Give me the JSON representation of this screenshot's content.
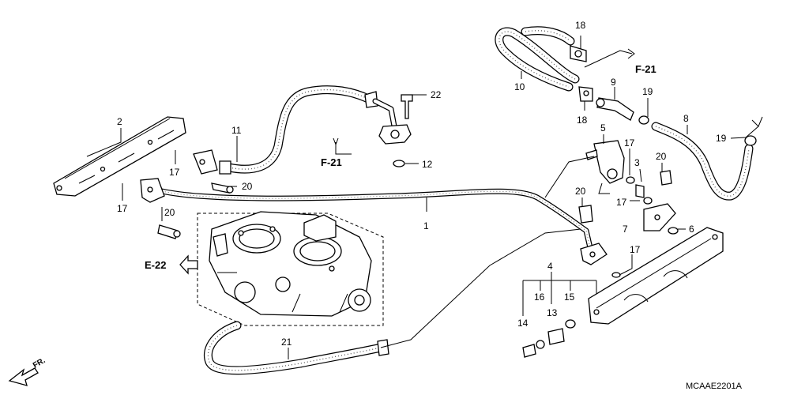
{
  "callouts": {
    "c1": "1",
    "c2": "2",
    "c3": "3",
    "c4": "4",
    "c5": "5",
    "c6": "6",
    "c7": "7",
    "c8": "8",
    "c9": "9",
    "c10": "10",
    "c11": "11",
    "c12": "12",
    "c13": "13",
    "c14": "14",
    "c15": "15",
    "c16": "16",
    "c17a": "17",
    "c17b": "17",
    "c17c": "17",
    "c17d": "17",
    "c17e": "17",
    "c18a": "18",
    "c18b": "18",
    "c19a": "19",
    "c19b": "19",
    "c20a": "20",
    "c20b": "20",
    "c20c": "20",
    "c20d": "20",
    "c21": "21",
    "c22": "22"
  },
  "references": {
    "f21_top": "F-21",
    "f21_mid": "F-21",
    "e22": "E-22"
  },
  "front_marker": "FR.",
  "diagram_code": "MCAAE2201A"
}
